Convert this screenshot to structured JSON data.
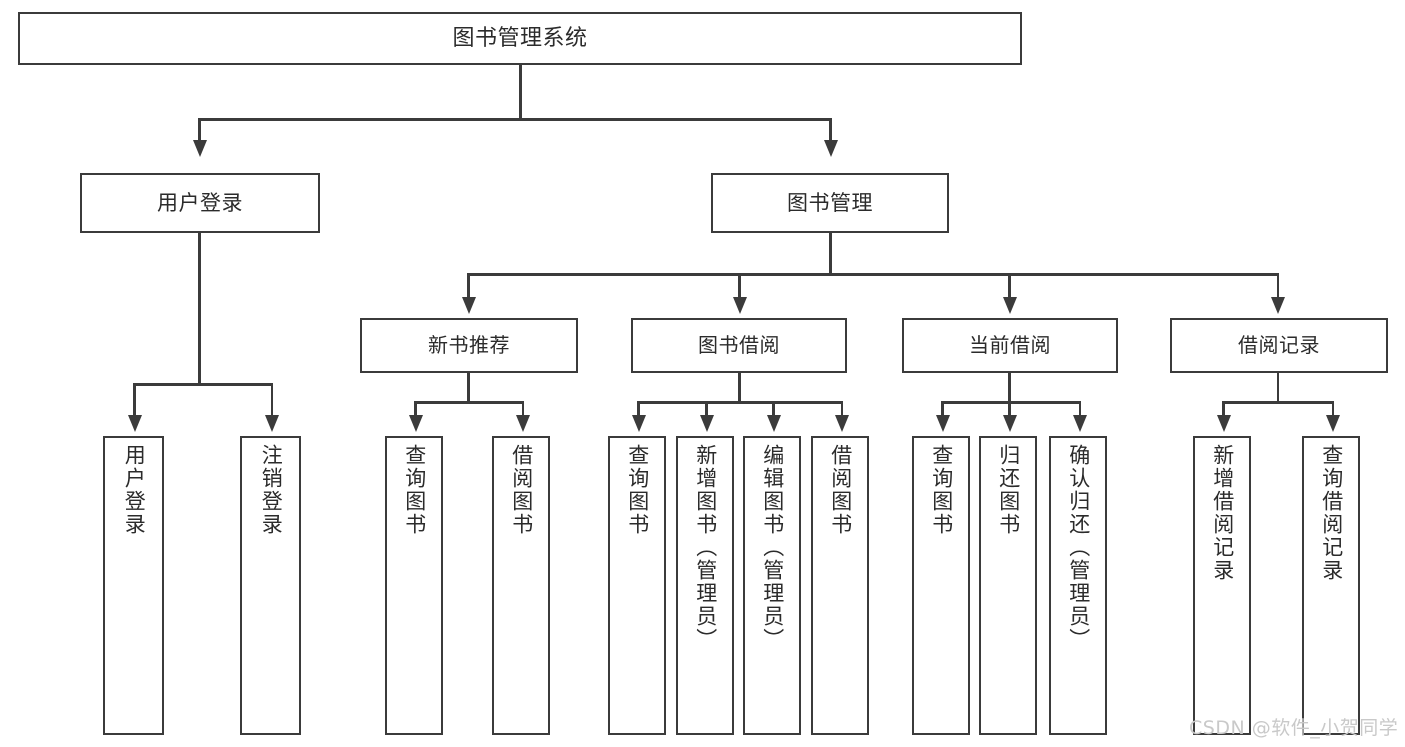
{
  "diagram": {
    "title": "图书管理系统",
    "type": "tree-hierarchy-diagram",
    "root": {
      "label": "图书管理系统"
    },
    "level1": [
      {
        "label": "用户登录"
      },
      {
        "label": "图书管理"
      }
    ],
    "level2": [
      {
        "label": "新书推荐"
      },
      {
        "label": "图书借阅"
      },
      {
        "label": "当前借阅"
      },
      {
        "label": "借阅记录"
      }
    ],
    "leaves": {
      "user_login": [
        {
          "label": "用户登录"
        },
        {
          "label": "注销登录"
        }
      ],
      "new_book_recommend": [
        {
          "label": "查询图书"
        },
        {
          "label": "借阅图书"
        }
      ],
      "book_borrow": [
        {
          "label": "查询图书"
        },
        {
          "label": "新增图书（管理员）"
        },
        {
          "label": "编辑图书（管理员）"
        },
        {
          "label": "借阅图书"
        }
      ],
      "current_borrow": [
        {
          "label": "查询图书"
        },
        {
          "label": "归还图书"
        },
        {
          "label": "确认归还（管理员）"
        }
      ],
      "borrow_record": [
        {
          "label": "新增借阅记录"
        },
        {
          "label": "查询借阅记录"
        }
      ]
    }
  },
  "watermark": {
    "text": "CSDN @软件_小贺同学"
  },
  "colors": {
    "stroke": "#3b3b3b",
    "text": "#2b2b2b",
    "background": "#ffffff",
    "watermark": "#c9c9c9"
  }
}
